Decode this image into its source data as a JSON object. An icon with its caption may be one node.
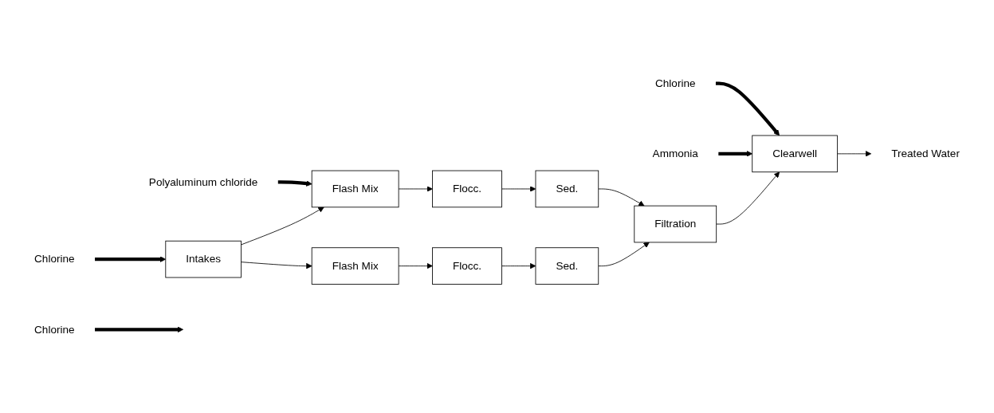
{
  "diagram": {
    "nodes": [
      {
        "text": [
          "Polyaluminum chloride"
        ]
      },
      {
        "text": [
          "Chlorine"
        ]
      },
      {
        "text": [
          "Chlorine"
        ]
      },
      {
        "text": [
          "Chlorine"
        ]
      },
      {
        "text": [
          "Ammonia"
        ]
      },
      {
        "text": [
          "Intakes"
        ]
      },
      {
        "text": [
          "Flash Mix"
        ]
      },
      {
        "text": [
          "Flocc."
        ]
      },
      {
        "text": [
          "Sed."
        ]
      },
      {
        "text": [
          "Filtration"
        ]
      },
      {
        "text": [
          "Clearwell"
        ]
      },
      {
        "text": [
          "Treated Water"
        ]
      },
      {
        "text": [
          "Flash Mix"
        ]
      },
      {
        "text": [
          "Flocc."
        ]
      },
      {
        "text": [
          "Sed."
        ]
      }
    ],
    "edges": [
      {
        "from": 1,
        "to": 5,
        "arrow": "to",
        "style": "thick"
      },
      {
        "from": 2,
        "to": null,
        "arrow": "to",
        "style": "thick"
      },
      {
        "from": 0,
        "to": 6,
        "arrow": "to",
        "style": "thick"
      },
      {
        "from": 3,
        "to": 10,
        "arrow": "to",
        "style": "thick"
      },
      {
        "from": 4,
        "to": 10,
        "arrow": "to",
        "style": "thick"
      },
      {
        "from": 5,
        "to": 6,
        "arrow": "to"
      },
      {
        "from": 5,
        "to": 12,
        "arrow": "to"
      },
      {
        "from": 6,
        "to": 7,
        "arrow": "to"
      },
      {
        "from": 7,
        "to": 8,
        "arrow": "to"
      },
      {
        "from": 12,
        "to": 13,
        "arrow": "to"
      },
      {
        "from": 13,
        "to": 14,
        "arrow": "to"
      },
      {
        "from": 8,
        "to": 9,
        "arrow": "to"
      },
      {
        "from": 14,
        "to": 9,
        "arrow": "to"
      },
      {
        "from": 9,
        "to": 10,
        "arrow": "to"
      },
      {
        "from": 10,
        "to": 11,
        "arrow": "to"
      }
    ]
  }
}
